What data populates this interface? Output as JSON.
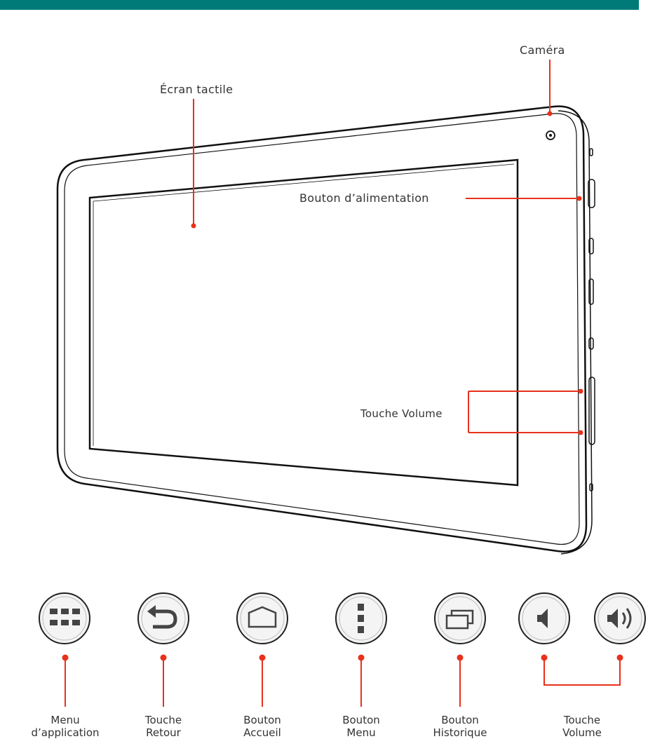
{
  "header": {
    "bar_color": "#007a78"
  },
  "accent_color": "#e8311b",
  "callouts": {
    "camera": "Caméra",
    "touchscreen": "Écran tactile",
    "power_button": "Bouton d’alimentation",
    "volume_key": "Touche Volume"
  },
  "buttons": [
    {
      "icon": "app-menu-grid-icon",
      "line1": "Menu",
      "line2": "d’application"
    },
    {
      "icon": "back-arrow-icon",
      "line1": "Touche",
      "line2": "Retour"
    },
    {
      "icon": "home-icon",
      "line1": "Bouton",
      "line2": "Accueil"
    },
    {
      "icon": "menu-dots-icon",
      "line1": "Bouton",
      "line2": "Menu"
    },
    {
      "icon": "recent-apps-icon",
      "line1": "Bouton",
      "line2": "Historique"
    },
    {
      "icon": "volume-down-icon",
      "line1": "",
      "line2": ""
    },
    {
      "icon": "volume-up-icon",
      "line1": "",
      "line2": ""
    }
  ],
  "volume_group": {
    "line1": "Touche",
    "line2": "Volume"
  }
}
